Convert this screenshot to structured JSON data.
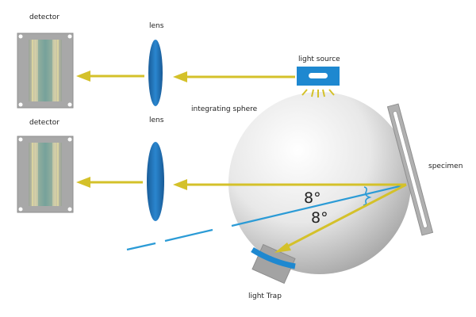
{
  "labels": {
    "detector_top": "detector",
    "detector_bottom": "detector",
    "lens_top": "lens",
    "lens_bottom": "lens",
    "light_source": "light source",
    "integrating_sphere": "integrating sphere",
    "specimen": "specimen",
    "light_trap": "light Trap",
    "angle_incident": "8°",
    "angle_reflected": "8°"
  },
  "colors": {
    "beam_yellow": "#d4c12a",
    "beam_blue": "#2b9bd6",
    "lens_blue": "#1b6fb0",
    "source_blue": "#1e88d0",
    "trap_gray": "#a3a3a3",
    "specimen_gray": "#b0b0b0",
    "detector_gray": "#a8a8a8"
  },
  "icons": {
    "detector": "detector-sensor-icon",
    "lens": "lens-icon",
    "source": "light-source-icon"
  }
}
